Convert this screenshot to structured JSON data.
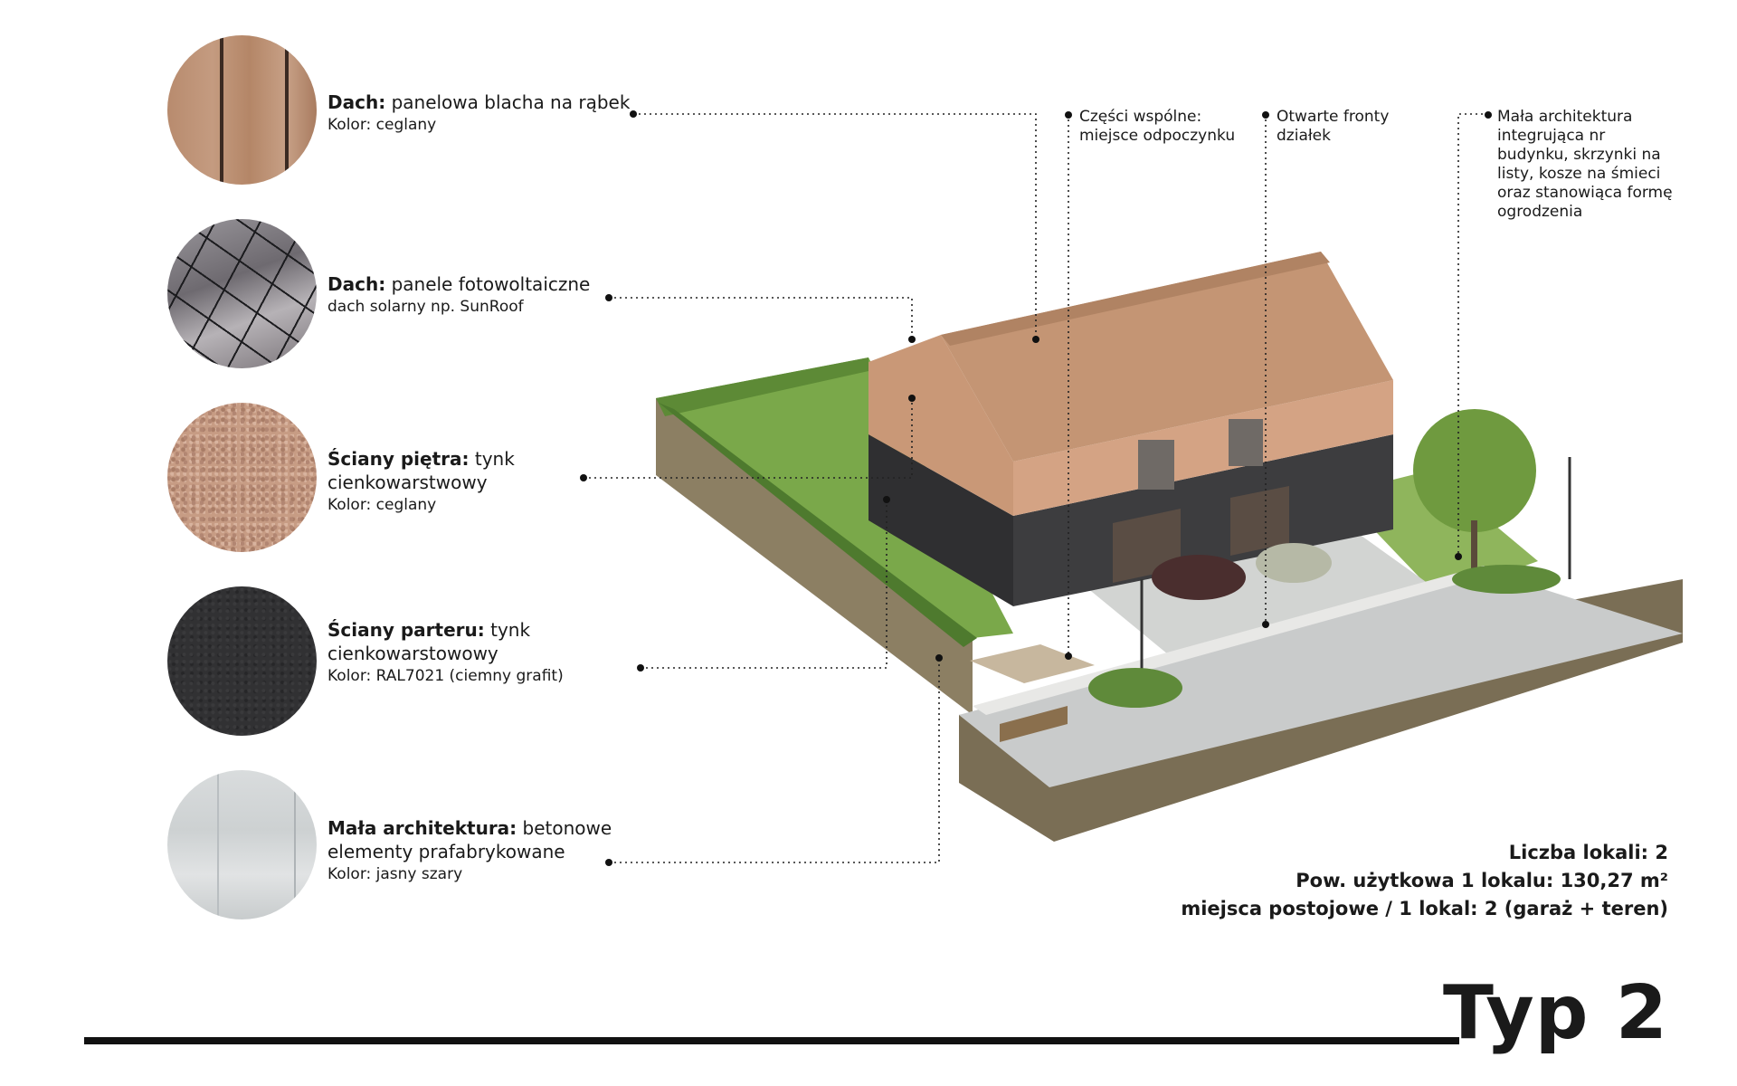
{
  "materials": [
    {
      "title": "Dach:",
      "desc": "panelowa blacha na rąbek",
      "sub": "Kolor: ceglany"
    },
    {
      "title": "Dach:",
      "desc": "panele fotowoltaiczne",
      "sub": "dach solarny np. SunRoof"
    },
    {
      "title": "Ściany piętra:",
      "desc": "tynk cienkowarstwowy",
      "sub": "Kolor: ceglany"
    },
    {
      "title": "Ściany parteru:",
      "desc": "tynk cienkowarstowowy",
      "sub": "Kolor: RAL7021 (ciemny grafit)"
    },
    {
      "title": "Mała architektura:",
      "desc": "betonowe elementy prafabrykowane",
      "sub": "Kolor: jasny szary"
    }
  ],
  "callouts": [
    "Części wspólne: miejsce odpoczynku",
    "Otwarte fronty działek",
    "Mała architektura integrująca nr budynku, skrzynki na listy, kosze na śmieci oraz stanowiąca formę ogrodzenia"
  ],
  "stats": {
    "units": "Liczba lokali: 2",
    "area": "Pow. użytkowa 1 lokalu: 130,27 m²",
    "parking": "miejsca postojowe / 1 lokal: 2 (garaż + teren)"
  },
  "type_label": "Typ 2",
  "colors": {
    "roof": "#c49574",
    "upper_wall": "#d4a384",
    "ground_wall": "#3d3d3f",
    "lawn": "#7aa84a",
    "pavement": "#c9cbcb"
  }
}
